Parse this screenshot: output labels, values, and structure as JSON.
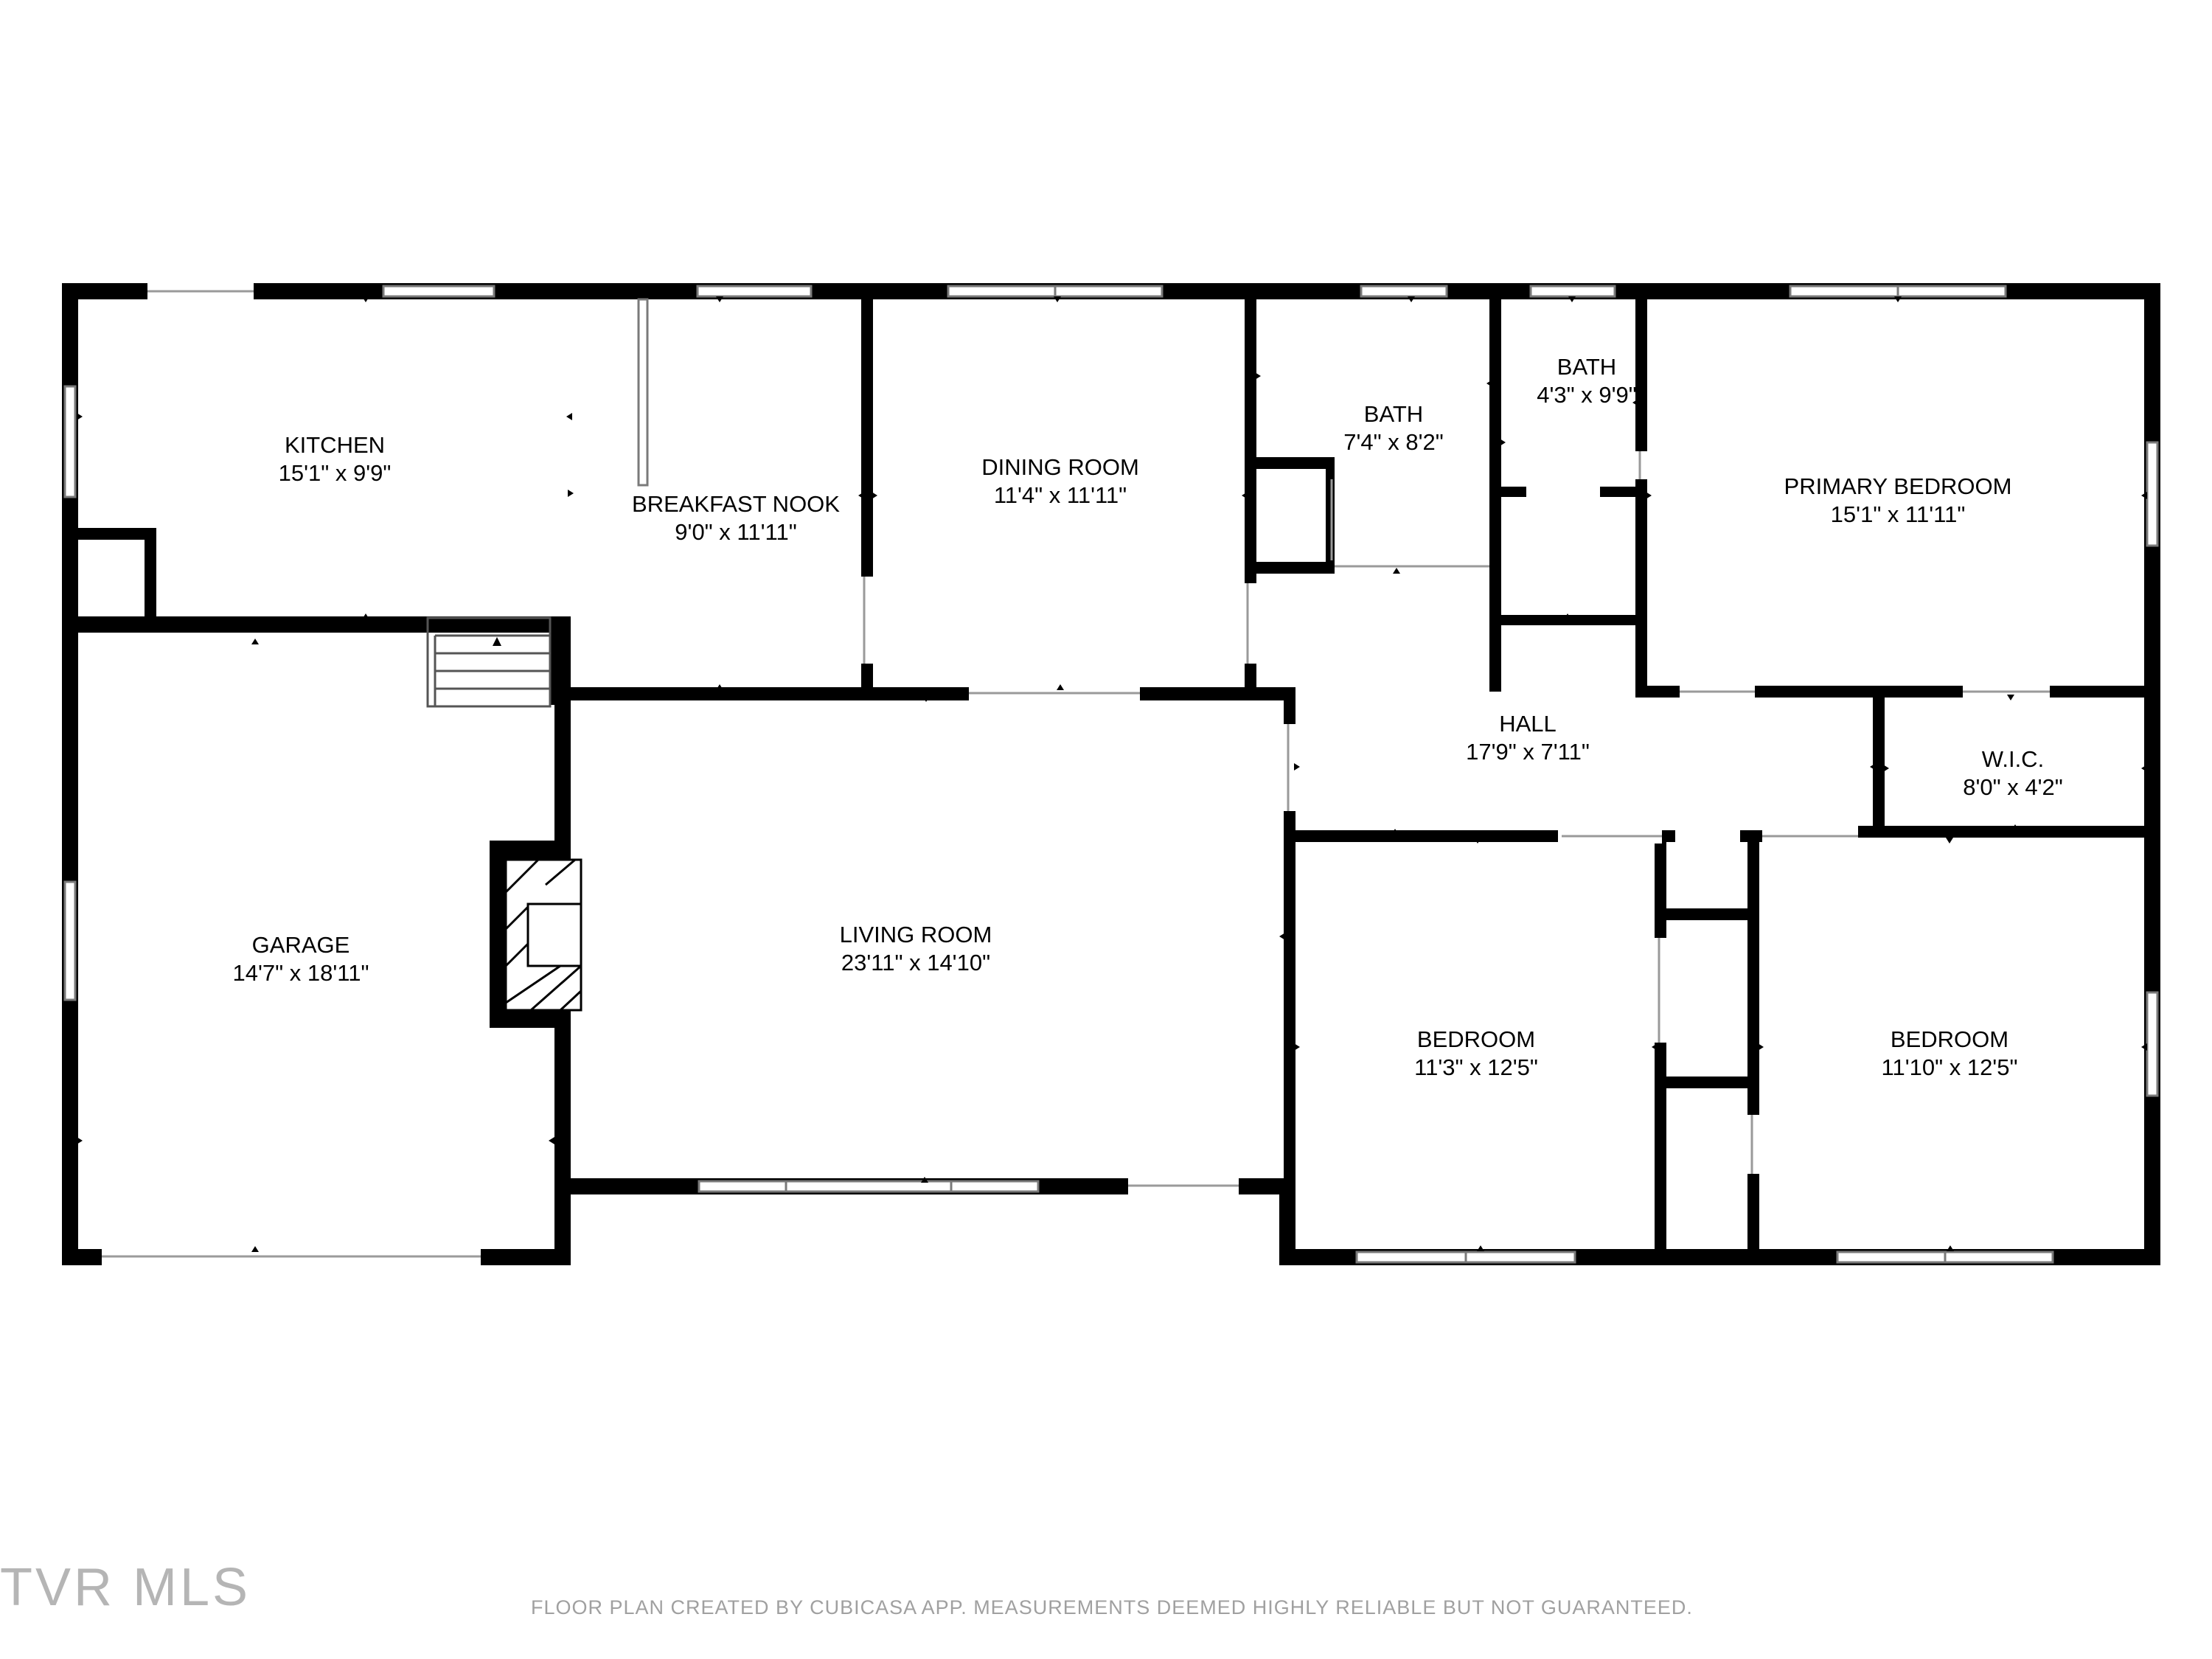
{
  "rooms": {
    "kitchen": {
      "name": "KITCHEN",
      "dims": "15'1\" x 9'9\""
    },
    "breakfast_nook": {
      "name": "BREAKFAST NOOK",
      "dims": "9'0\" x 11'11\""
    },
    "dining_room": {
      "name": "DINING ROOM",
      "dims": "11'4\" x 11'11\""
    },
    "bath_1": {
      "name": "BATH",
      "dims": "7'4\" x 8'2\""
    },
    "bath_2": {
      "name": "BATH",
      "dims": "4'3\" x 9'9\""
    },
    "primary_bedroom": {
      "name": "PRIMARY BEDROOM",
      "dims": "15'1\" x 11'11\""
    },
    "hall": {
      "name": "HALL",
      "dims": "17'9\" x 7'11\""
    },
    "wic": {
      "name": "W.I.C.",
      "dims": "8'0\" x 4'2\""
    },
    "garage": {
      "name": "GARAGE",
      "dims": "14'7\" x 18'11\""
    },
    "living_room": {
      "name": "LIVING ROOM",
      "dims": "23'11\" x 14'10\""
    },
    "bedroom_1": {
      "name": "BEDROOM",
      "dims": "11'3\" x 12'5\""
    },
    "bedroom_2": {
      "name": "BEDROOM",
      "dims": "11'10\" x 12'5\""
    }
  },
  "footer": "FLOOR PLAN CREATED BY CUBICASA APP. MEASUREMENTS DEEMED HIGHLY RELIABLE BUT NOT GUARANTEED.",
  "watermark": "TVR MLS",
  "colors": {
    "wall": "#000000",
    "window": "#7a7a7a",
    "background": "#ffffff"
  }
}
